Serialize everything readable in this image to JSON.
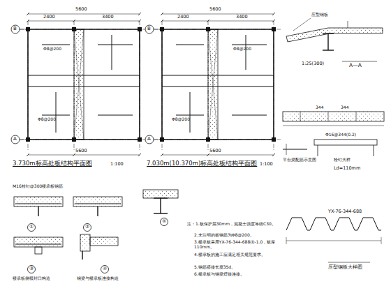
{
  "diagram": {
    "labels": [
      "3.730m标高处板结构平面图",
      "1:100",
      "7.030m(10.370m)标高处板结构平面图",
      "1:100",
      "B",
      "A",
      "B",
      "A",
      "5600",
      "2400",
      "3400",
      "5600",
      "2400",
      "3400",
      "5600",
      "5600",
      "Φ8@200",
      "Φ8@200",
      "Φ8@200",
      "Φ8@200",
      "A—A",
      "1:25(300)",
      "压型钢板",
      "Φ16@344(0.2)",
      "344",
      "344",
      "平台梁配筋示意图",
      "栓钉大样",
      "Ld=110mm",
      "YX-76-344-688",
      "压型钢板大样图",
      "M16栓钉@300楼承板钢筋",
      "①",
      "②",
      "③",
      "④",
      "⑤",
      "楼承板侧模封口构造",
      "钢梁与楼承板连接构造",
      "注：1.板保护层30mm，混凝土强度等级C30。",
      "2.未注明的板钢筋为Φ8@200。",
      "3.楼承板采用YX-76-344-688(I)-1.0，板厚110mm。",
      "4.楼承板的施工应满足相关规范要求。",
      "5.钢筋搭接长度35d。",
      "6.楼承板与钢梁焊接连接。"
    ]
  }
}
